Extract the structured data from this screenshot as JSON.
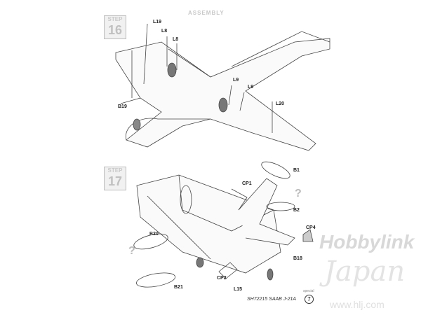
{
  "header": {
    "title": "ASSEMBLY"
  },
  "steps": [
    {
      "word": "STEP",
      "number": "16",
      "labels": [
        "L19",
        "L8",
        "L8",
        "L9",
        "L9",
        "L20",
        "B19"
      ]
    },
    {
      "word": "STEP",
      "number": "17",
      "labels": [
        "B1",
        "CP1",
        "B2",
        "CP4",
        "B20",
        "B18",
        "CP2",
        "L15",
        "B21"
      ],
      "unknown_mark": "?"
    }
  ],
  "footer": {
    "code": "SH72215",
    "model": "SAAB J-21A",
    "page": "7",
    "small_tag": "special"
  },
  "watermark": {
    "brand": "Hobbylink",
    "brand2": "Japan",
    "url": "www.hlj.com"
  }
}
